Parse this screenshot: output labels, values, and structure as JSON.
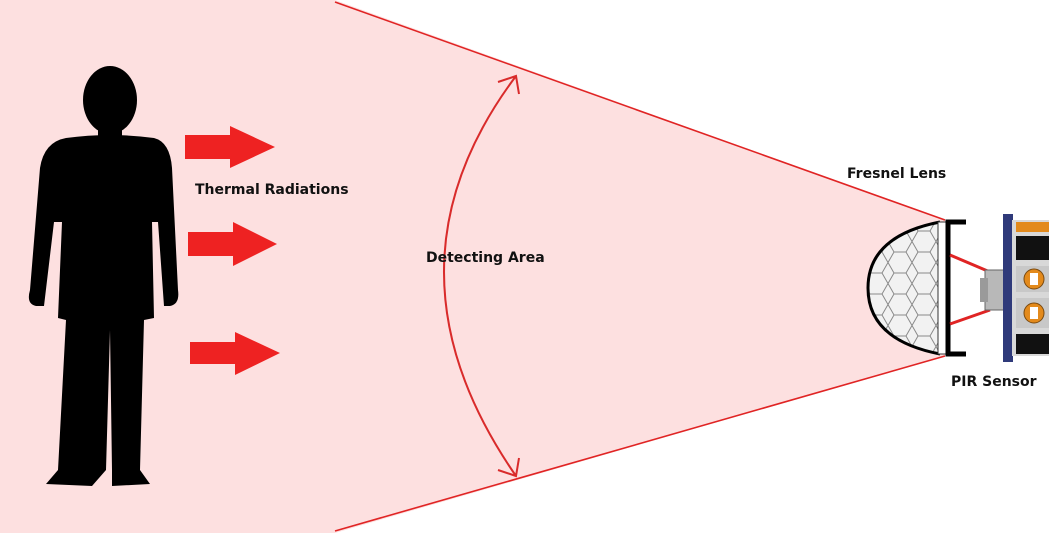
{
  "labels": {
    "thermal_radiations": "Thermal Radiations",
    "detecting_area": "Detecting Area",
    "fresnel_lens": "Fresnel Lens",
    "pir_sensor": "PIR Sensor"
  },
  "colors": {
    "detection_zone_fill": "#fde0e0",
    "zone_edge": "#e02424",
    "arrow": "#ee2222",
    "silhouette": "#000000",
    "lens_fill": "#f2f2f2",
    "board": "#2f3a7a",
    "component_orange": "#e38a1c"
  },
  "icons": {
    "person": "person-silhouette-icon",
    "radiation_arrow": "right-arrow-icon",
    "lens": "fresnel-lens-icon",
    "sensor": "pir-sensor-icon"
  }
}
